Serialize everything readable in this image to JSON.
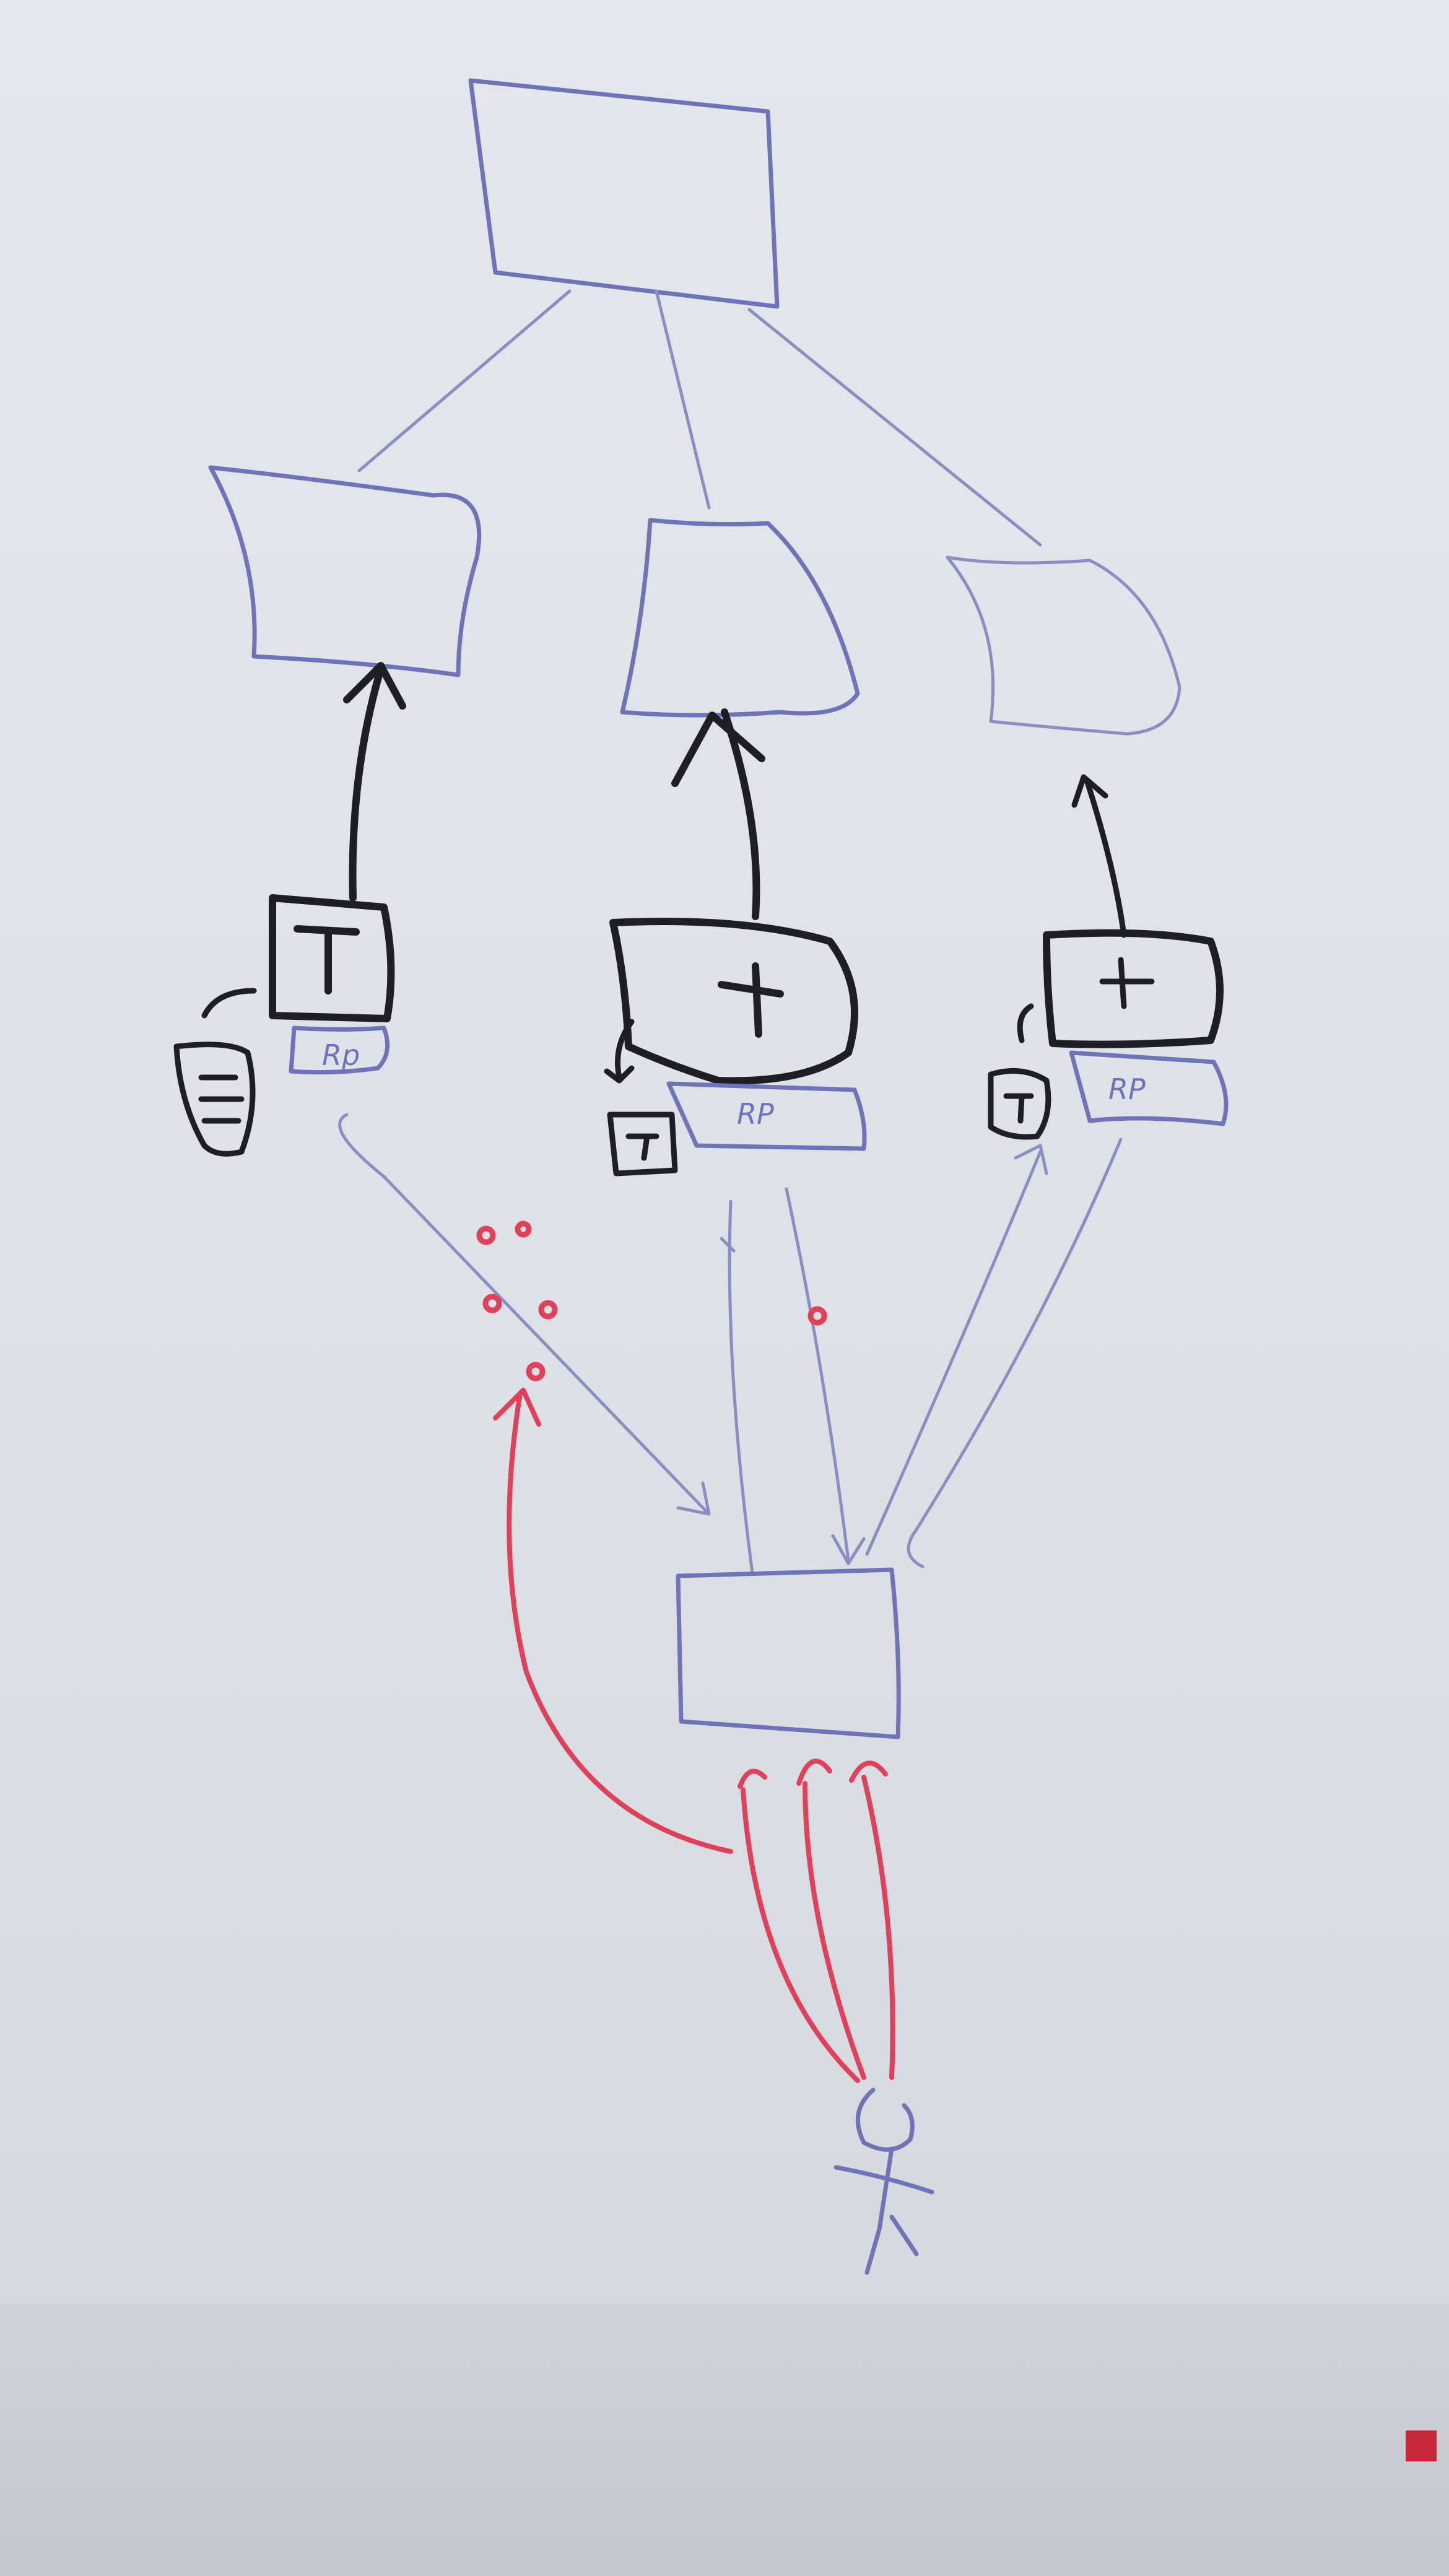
{
  "diagram": {
    "labels": {
      "rp_left": "Rp",
      "rp_middle": "RP",
      "rp_right": "RP"
    }
  },
  "colors": {
    "marker_blue": "#6f73b8",
    "marker_black": "#1e1e24",
    "marker_red": "#e0405a",
    "board": "#e4e7ec"
  }
}
